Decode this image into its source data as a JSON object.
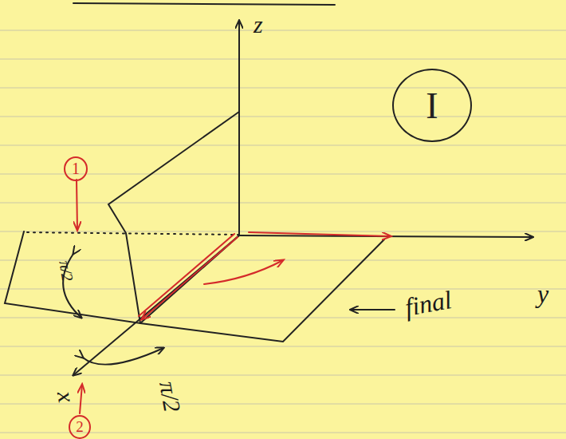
{
  "diagram": {
    "nodes": [
      {
        "text": [
          "I"
        ]
      },
      {
        "text": [
          "1"
        ]
      },
      {
        "text": [
          "2"
        ]
      }
    ],
    "labels": [
      "z",
      "y",
      "x",
      "π/2",
      "π/2",
      "final"
    ]
  }
}
